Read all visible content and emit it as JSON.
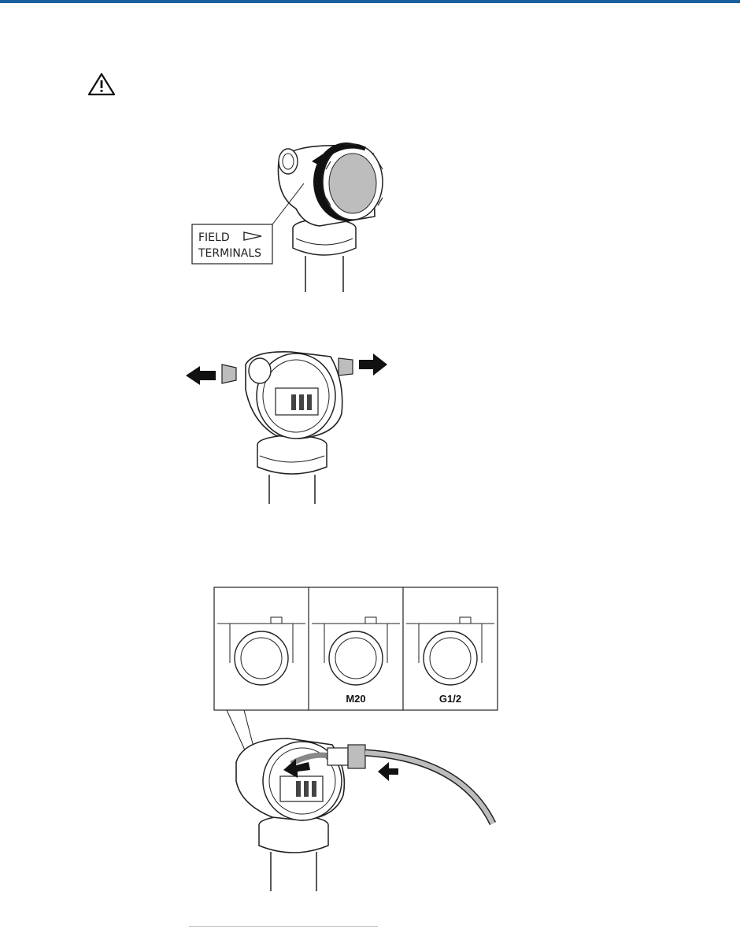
{
  "header": {
    "accent_color": "#1a5f9e"
  },
  "warning": {
    "icon": "warning-triangle-icon"
  },
  "figure1": {
    "label_line1": "FIELD",
    "label_line2": "TERMINALS",
    "label_arrow_icon": "hollow-triangle-arrow-icon"
  },
  "figure2": {
    "plug_left": "conduit-plug",
    "plug_right": "conduit-plug"
  },
  "figure3": {
    "thread_types": [
      "",
      "M20",
      "G1/2"
    ]
  }
}
